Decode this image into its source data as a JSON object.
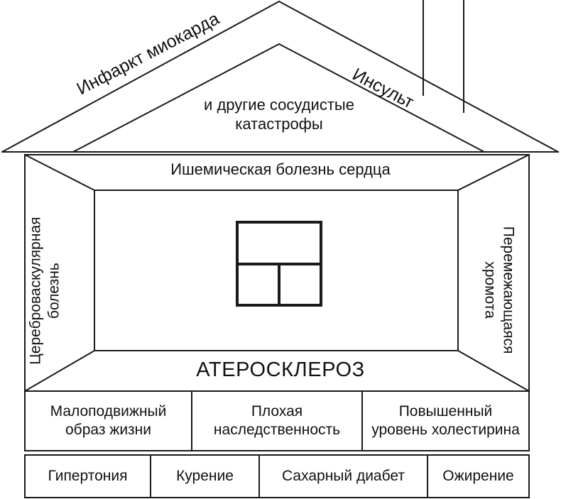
{
  "diagram": {
    "title_concept": "Пирамида атеросклероза (дом)",
    "roof": {
      "left_label": "Инфаркт миокарда",
      "right_label": "Инсульт",
      "center_label_line1": "и другие сосудистые",
      "center_label_line2": "катастрофы"
    },
    "attic": {
      "label": "Ишемическая болезнь сердца"
    },
    "walls": {
      "left_label_line1": "Цереброваскулярная",
      "left_label_line2": "болезнь",
      "right_label_line1": "Перемежающаяся",
      "right_label_line2": "хромота"
    },
    "window": {
      "name": "window-panes",
      "panes": 3
    },
    "foundation": {
      "label": "АТЕРОСКЛЕРОЗ"
    },
    "risk_rows": [
      {
        "row_name": "risk-row-upper",
        "cells": [
          {
            "line1": "Малоподвижный",
            "line2": "образ жизни"
          },
          {
            "line1": "Плохая",
            "line2": "наследственность"
          },
          {
            "line1": "Повышенный",
            "line2": "уровень холестирина"
          }
        ]
      },
      {
        "row_name": "risk-row-lower",
        "cells": [
          {
            "line1": "Гипертония",
            "line2": ""
          },
          {
            "line1": "Курение",
            "line2": ""
          },
          {
            "line1": "Сахарный диабет",
            "line2": ""
          },
          {
            "line1": "Ожирение",
            "line2": ""
          }
        ]
      }
    ],
    "colors": {
      "stroke": "#1a1a1a",
      "fill": "#ffffff",
      "text": "#111111"
    }
  }
}
